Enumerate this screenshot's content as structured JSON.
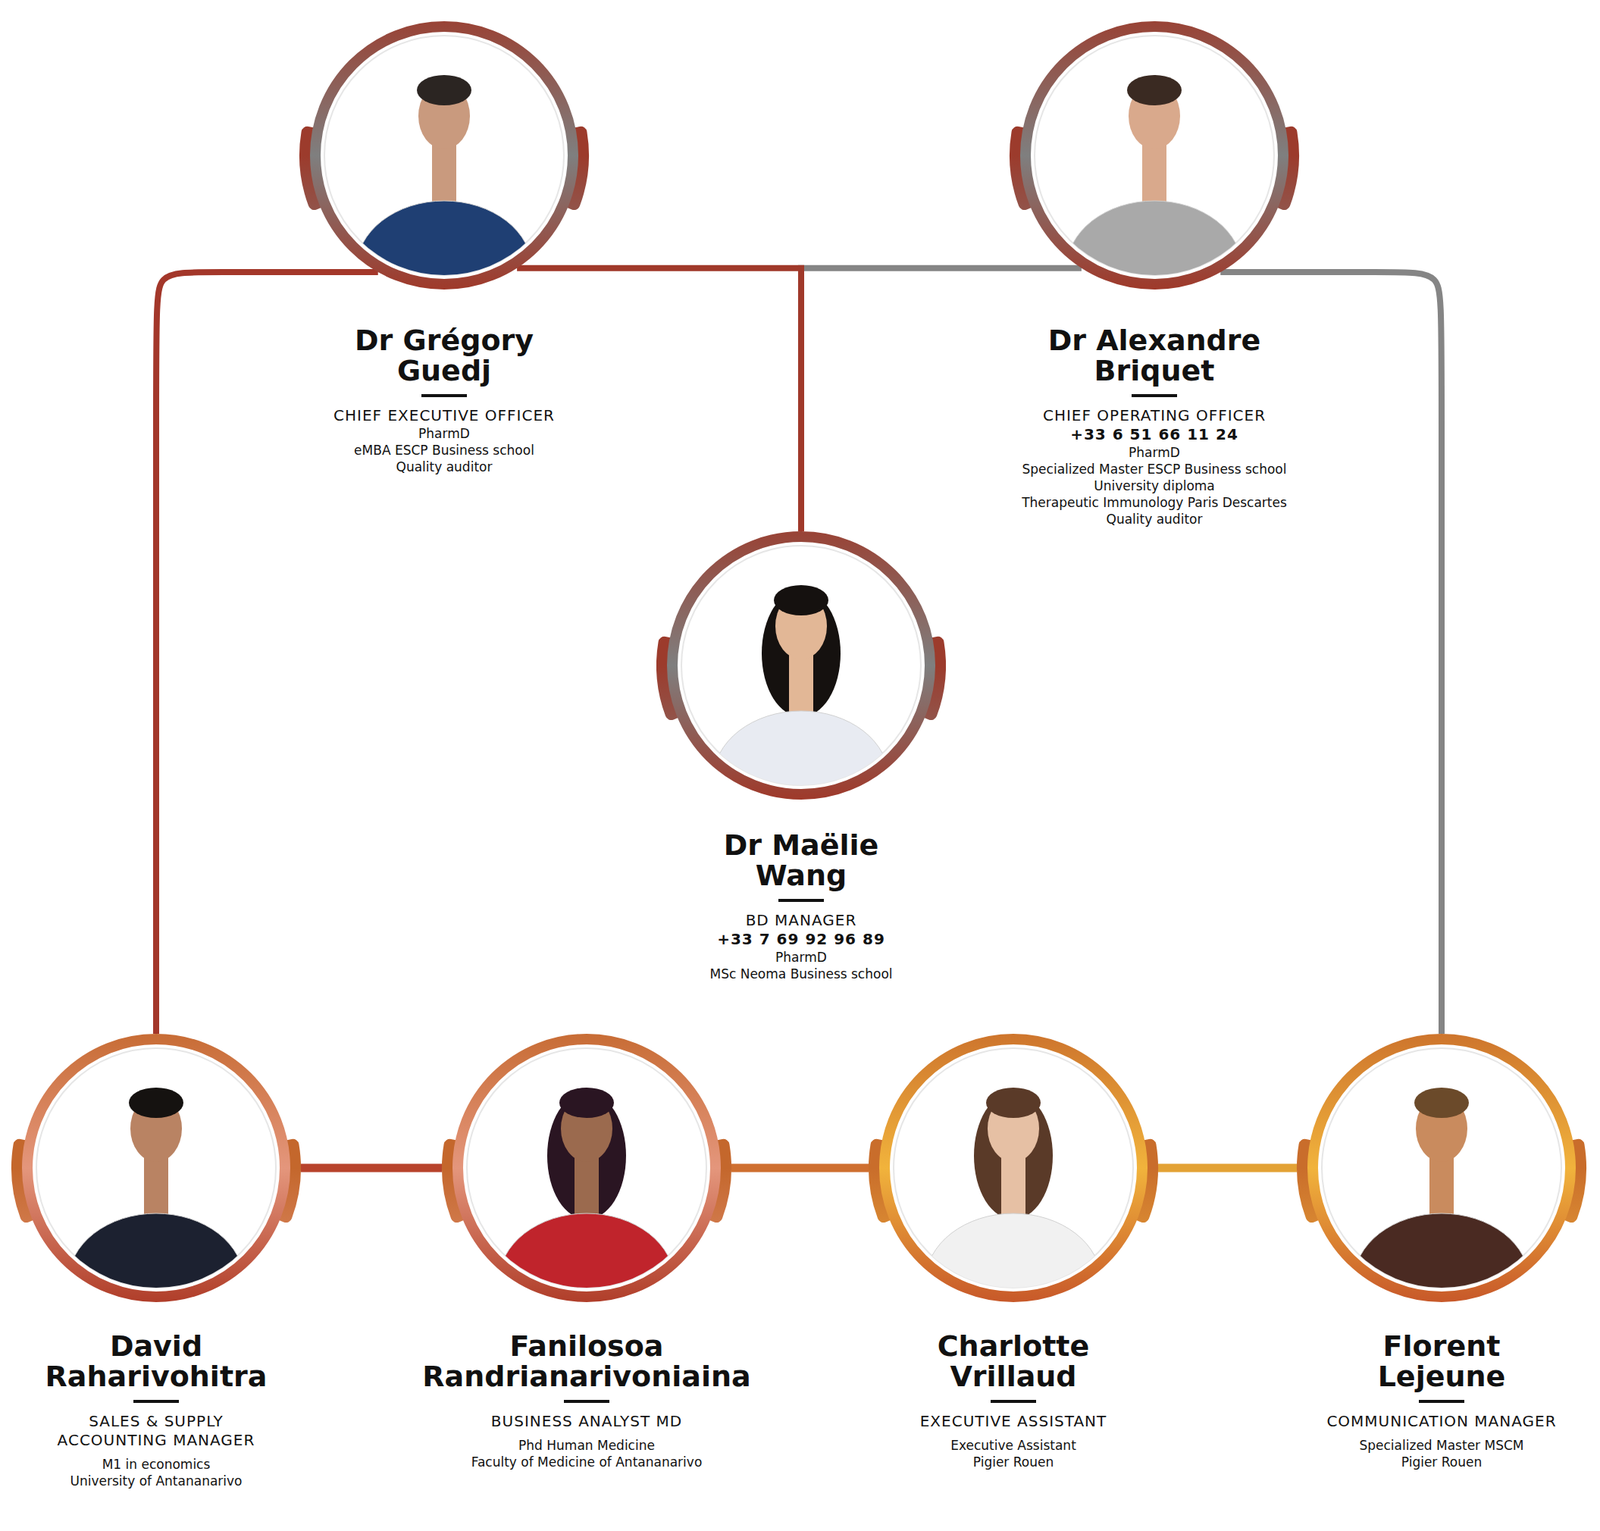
{
  "diagram": {
    "nodes": [
      {
        "text": [
          "Dr Grégory Guedj",
          "CHIEF EXECUTIVE OFFICER",
          "PharmD",
          "eMBA ESCP Business school",
          "Quality auditor"
        ]
      },
      {
        "text": [
          "Dr Alexandre Briquet",
          "CHIEF OPERATING OFFICER",
          "+33 6 51 66 11 24",
          "PharmD",
          "Specialized Master ESCP Business school",
          "University diploma",
          "Therapeutic Immunology Paris Descartes",
          "Quality auditor"
        ]
      },
      {
        "text": [
          "Dr Maëlie Wang",
          "BD MANAGER",
          "+33 7 69 92 96 89",
          "PharmD",
          "MSc Neoma Business school"
        ]
      },
      {
        "text": [
          "David Raharivohitra",
          "SALES & SUPPLY ACCOUNTING MANAGER",
          "M1 in economics",
          "University of Antananarivo"
        ]
      },
      {
        "text": [
          "Fanilosoa Randrianarivoniaina",
          "BUSINESS ANALYST MD",
          "Phd Human Medicine",
          "Faculty of Medicine of Antananarivo"
        ]
      },
      {
        "text": [
          "Charlotte Vrillaud",
          "EXECUTIVE ASSISTANT",
          "Executive Assistant",
          "Pigier Rouen"
        ]
      },
      {
        "text": [
          "Florent Lejeune",
          "COMMUNICATION MANAGER",
          "Specialized Master MSCM",
          "Pigier Rouen"
        ]
      }
    ],
    "edges": [
      {
        "from": 0,
        "to": 3,
        "arrow": "none"
      },
      {
        "from": 1,
        "to": 6,
        "arrow": "none"
      },
      {
        "from": 0,
        "to": 2,
        "arrow": "none"
      },
      {
        "from": 1,
        "to": 2,
        "arrow": "none"
      },
      {
        "from": 3,
        "to": 4,
        "arrow": "none"
      },
      {
        "from": 4,
        "to": 5,
        "arrow": "none"
      },
      {
        "from": 5,
        "to": 6,
        "arrow": "none"
      }
    ]
  }
}
